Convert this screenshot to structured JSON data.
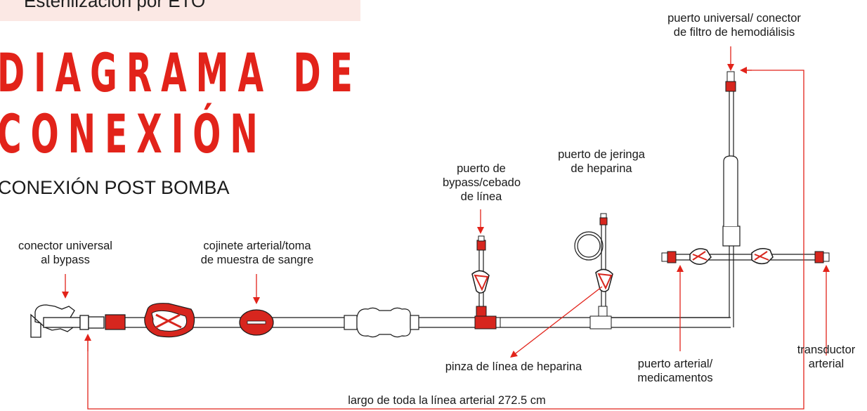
{
  "banner": {
    "text": "Esterilización por ETO"
  },
  "title": {
    "line1": "DIAGRAMA DE",
    "line2": "CONEXIÓN"
  },
  "subtitle": "CONEXIÓN POST BOMBA",
  "labels": {
    "universal_connector": "conector universal\nal bypass",
    "arterial_pad": "cojinete arterial/toma\nde muestra de sangre",
    "bypass_port": "puerto de\nbypass/cebado\nde línea",
    "heparin_syringe_port": "puerto de jeringa\nde heparina",
    "hemodialysis_port": "puerto universal/ conector\nde filtro de hemodiálisis",
    "heparin_clamp": "pinza de línea de heparina",
    "arterial_med_port": "puerto arterial/\nmedicamentos",
    "arterial_transducer": "transductor\narterial",
    "total_length": "largo de toda la línea arterial 272.5 cm"
  },
  "colors": {
    "accent": "#e2231a",
    "line": "#1a1a1a",
    "callout": "#e2231a",
    "banner": "#fbe8e4"
  }
}
